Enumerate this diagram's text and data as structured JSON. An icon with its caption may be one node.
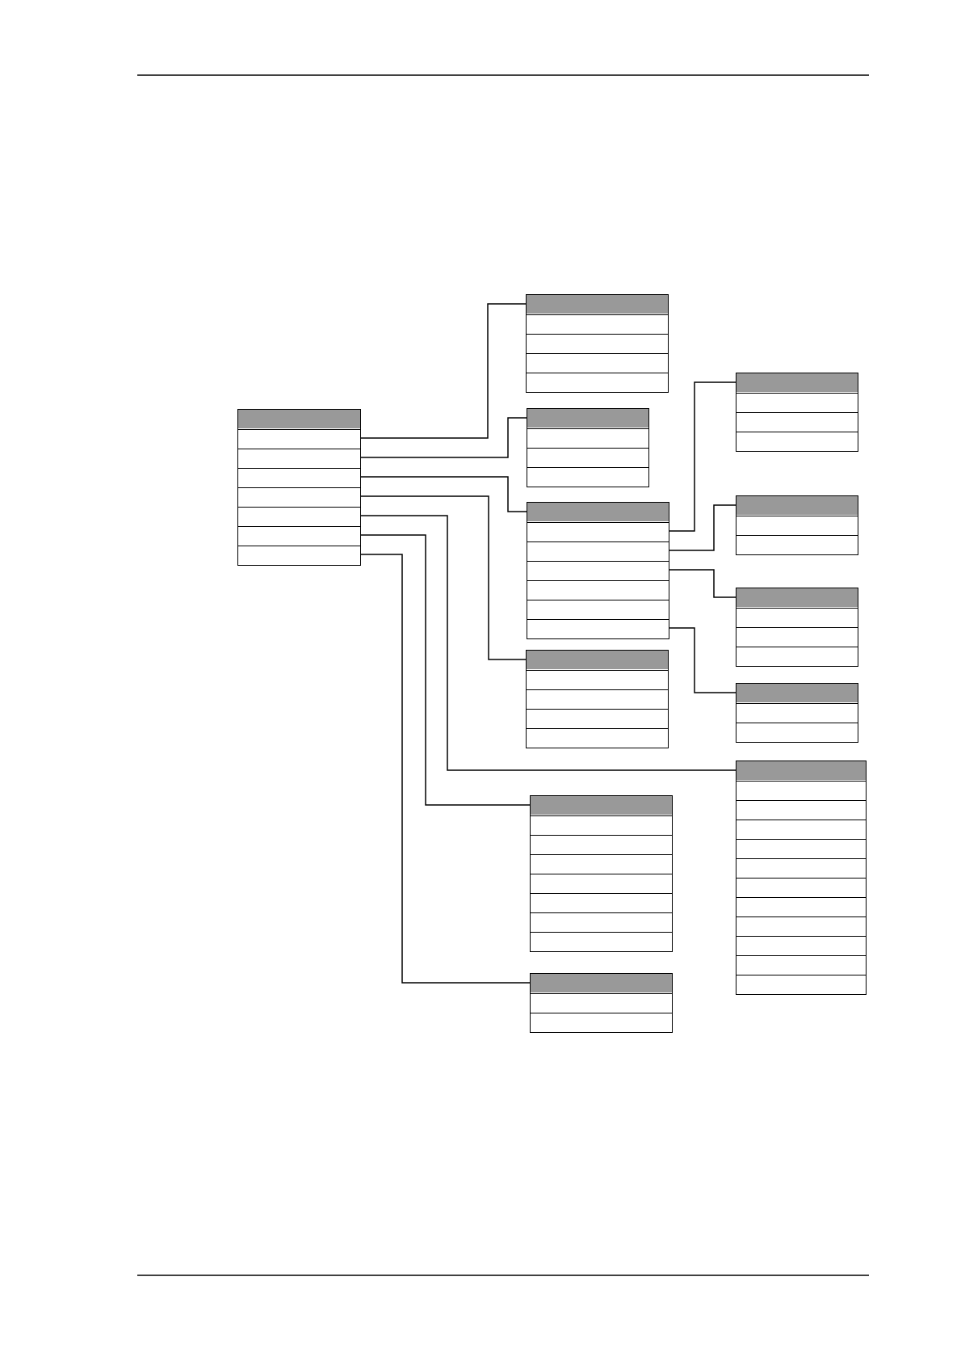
{
  "diagram": {
    "nodes": [
      {
        "text": [],
        "shape": "table"
      },
      {
        "text": [],
        "shape": "box",
        "in": 0
      },
      {
        "text": [],
        "shape": "box",
        "in": 0
      },
      {
        "text": [],
        "shape": "box",
        "in": 0
      },
      {
        "text": [],
        "shape": "box",
        "in": 0
      },
      {
        "text": [],
        "shape": "box",
        "in": 0
      },
      {
        "text": [],
        "shape": "box",
        "in": 0
      },
      {
        "text": [],
        "shape": "box",
        "in": 0
      },
      {
        "text": [],
        "shape": "table"
      },
      {
        "text": [],
        "shape": "box",
        "in": 8
      },
      {
        "text": [],
        "shape": "box",
        "in": 8
      },
      {
        "text": [],
        "shape": "box",
        "in": 8
      },
      {
        "text": [],
        "shape": "box",
        "in": 8
      },
      {
        "text": [],
        "shape": "table"
      },
      {
        "text": [],
        "shape": "box",
        "in": 13
      },
      {
        "text": [],
        "shape": "box",
        "in": 13
      },
      {
        "text": [],
        "shape": "box",
        "in": 13
      },
      {
        "text": [],
        "shape": "table"
      },
      {
        "text": [],
        "shape": "box",
        "in": 17
      },
      {
        "text": [],
        "shape": "box",
        "in": 17
      },
      {
        "text": [],
        "shape": "box",
        "in": 17
      },
      {
        "text": [],
        "shape": "box",
        "in": 17
      },
      {
        "text": [],
        "shape": "box",
        "in": 17
      },
      {
        "text": [],
        "shape": "box",
        "in": 17
      },
      {
        "text": [],
        "shape": "table"
      },
      {
        "text": [],
        "shape": "box",
        "in": 24
      },
      {
        "text": [],
        "shape": "box",
        "in": 24
      },
      {
        "text": [],
        "shape": "box",
        "in": 24
      },
      {
        "text": [],
        "shape": "box",
        "in": 24
      },
      {
        "text": [],
        "shape": "table"
      },
      {
        "text": [],
        "shape": "box",
        "in": 29
      },
      {
        "text": [],
        "shape": "box",
        "in": 29
      },
      {
        "text": [],
        "shape": "box",
        "in": 29
      },
      {
        "text": [],
        "shape": "table"
      },
      {
        "text": [],
        "shape": "box",
        "in": 33
      },
      {
        "text": [],
        "shape": "box",
        "in": 33
      },
      {
        "text": [],
        "shape": "table"
      },
      {
        "text": [],
        "shape": "box",
        "in": 36
      },
      {
        "text": [],
        "shape": "box",
        "in": 36
      },
      {
        "text": [],
        "shape": "box",
        "in": 36
      },
      {
        "text": [],
        "shape": "table"
      },
      {
        "text": [],
        "shape": "box",
        "in": 40
      },
      {
        "text": [],
        "shape": "box",
        "in": 40
      },
      {
        "text": [],
        "shape": "table"
      },
      {
        "text": [],
        "shape": "box",
        "in": 43
      },
      {
        "text": [],
        "shape": "box",
        "in": 43
      },
      {
        "text": [],
        "shape": "box",
        "in": 43
      },
      {
        "text": [],
        "shape": "box",
        "in": 43
      },
      {
        "text": [],
        "shape": "box",
        "in": 43
      },
      {
        "text": [],
        "shape": "box",
        "in": 43
      },
      {
        "text": [],
        "shape": "box",
        "in": 43
      },
      {
        "text": [],
        "shape": "box",
        "in": 43
      },
      {
        "text": [],
        "shape": "box",
        "in": 43
      },
      {
        "text": [],
        "shape": "box",
        "in": 43
      },
      {
        "text": [],
        "shape": "box",
        "in": 43
      },
      {
        "text": [],
        "shape": "table"
      },
      {
        "text": [],
        "shape": "box",
        "in": 55
      },
      {
        "text": [],
        "shape": "box",
        "in": 55
      },
      {
        "text": [],
        "shape": "box",
        "in": 55
      },
      {
        "text": [],
        "shape": "box",
        "in": 55
      },
      {
        "text": [],
        "shape": "box",
        "in": 55
      },
      {
        "text": [],
        "shape": "box",
        "in": 55
      },
      {
        "text": [],
        "shape": "box",
        "in": 55
      },
      {
        "text": [],
        "shape": "table"
      },
      {
        "text": [],
        "shape": "box",
        "in": 63
      },
      {
        "text": [],
        "shape": "box",
        "in": 63
      }
    ],
    "edges": [
      {
        "from": 1,
        "to": 8,
        "arrow": "none"
      },
      {
        "from": 2,
        "to": 13,
        "arrow": "none"
      },
      {
        "from": 3,
        "to": 17,
        "arrow": "none"
      },
      {
        "from": 4,
        "to": 24,
        "arrow": "none"
      },
      {
        "from": 5,
        "to": 43,
        "arrow": "none"
      },
      {
        "from": 6,
        "to": 55,
        "arrow": "none"
      },
      {
        "from": 7,
        "to": 63,
        "arrow": "none"
      },
      {
        "from": 18,
        "to": 29,
        "arrow": "none"
      },
      {
        "from": 19,
        "to": 33,
        "arrow": "none"
      },
      {
        "from": 20,
        "to": 36,
        "arrow": "none"
      },
      {
        "from": 23,
        "to": 40,
        "arrow": "none"
      }
    ]
  }
}
